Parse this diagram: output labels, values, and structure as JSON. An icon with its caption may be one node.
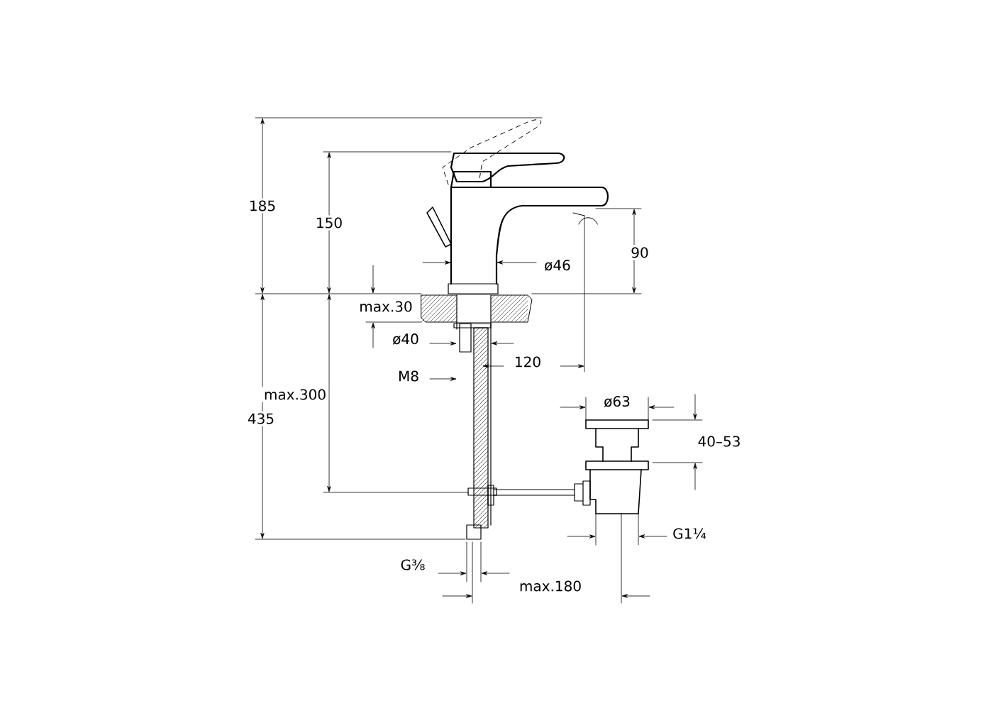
{
  "diagram": {
    "labels": [
      "185",
      "150",
      "90",
      "ø46",
      "max.30",
      "ø40",
      "120",
      "M8",
      "max.300",
      "435",
      "ø63",
      "40–53",
      "G1¼",
      "G⅜",
      "max.180"
    ]
  }
}
